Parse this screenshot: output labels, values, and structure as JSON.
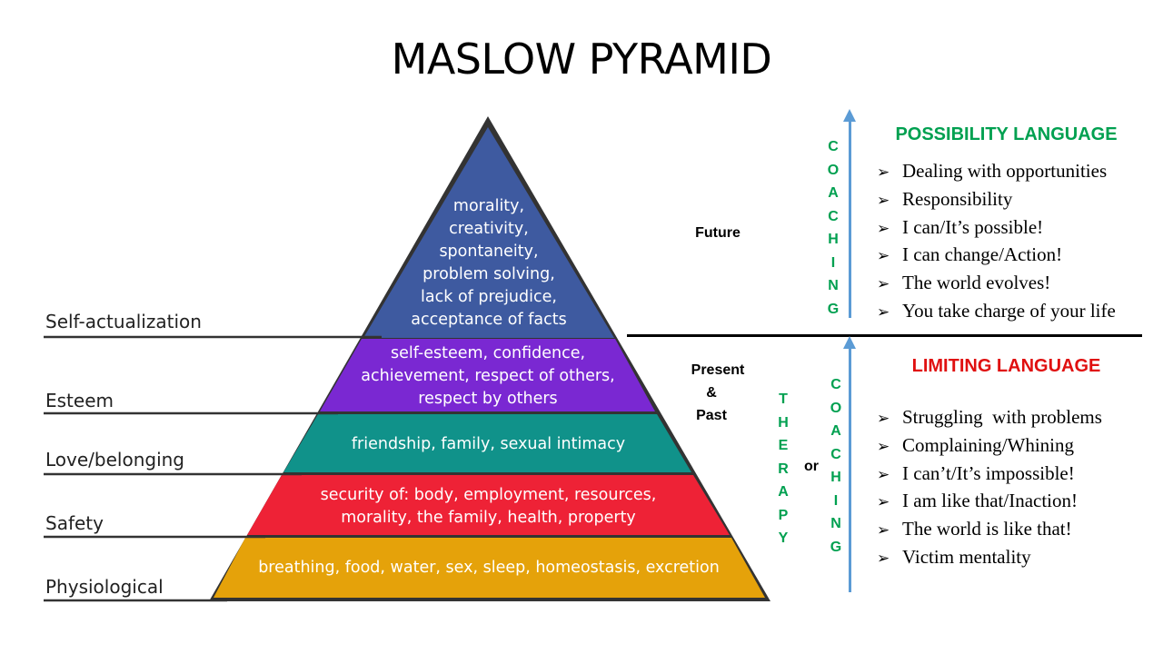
{
  "title": "MASLOW PYRAMID",
  "pyramid": {
    "colors": {
      "top": "#3e5aa0",
      "esteem": "#7a28d2",
      "love": "#10928a",
      "safety": "#ee2236",
      "physiological": "#e5a20a"
    },
    "levels": [
      "Self-actualization",
      "Esteem",
      "Love/belonging",
      "Safety",
      "Physiological"
    ],
    "bands": {
      "self_actualization": [
        "morality,",
        "creativity,",
        "spontaneity,",
        "problem solving,",
        "lack of prejudice,",
        "acceptance of facts"
      ],
      "esteem": [
        "self-esteem, confidence,",
        "achievement, respect of others,",
        "respect by others"
      ],
      "love": [
        "friendship, family, sexual intimacy"
      ],
      "safety": [
        "security of: body, employment, resources,",
        "morality, the family, health, property"
      ],
      "physiological": [
        "breathing, food, water, sex, sleep, homeostasis, excretion"
      ]
    }
  },
  "time": {
    "future": "Future",
    "present": "Present",
    "amp": "&",
    "past": "Past"
  },
  "vertical": {
    "coaching_letters": [
      "C",
      "O",
      "A",
      "C",
      "H",
      "I",
      "N",
      "G"
    ],
    "therapy_letters": [
      "T",
      "H",
      "E",
      "R",
      "A",
      "P",
      "Y"
    ],
    "or": "or"
  },
  "possibility": {
    "heading": "POSSIBILITY LANGUAGE",
    "color": "#00a050",
    "bullet": "➢",
    "items": [
      "Dealing with opportunities",
      "Responsibility",
      "I can/It’s possible!",
      "I can change/Action!",
      "The world evolves!",
      "You take charge of your life"
    ]
  },
  "limiting": {
    "heading": "LIMITING LANGUAGE",
    "color": "#e01010",
    "bullet": "➢",
    "items": [
      "Struggling  with problems",
      "Complaining/Whining",
      "I can’t/It’s impossible!",
      "I am like that/Inaction!",
      "The world is like that!",
      "Victim mentality"
    ]
  }
}
